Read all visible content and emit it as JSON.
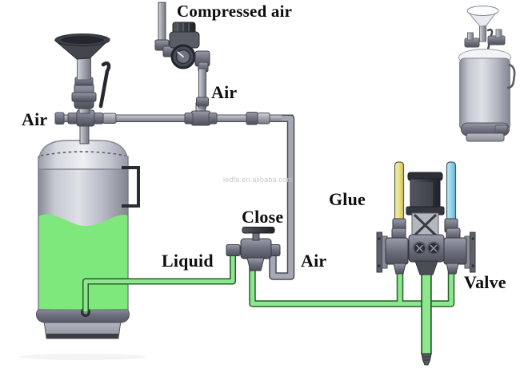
{
  "diagram": {
    "labels": {
      "compressed_air": "Compressed air",
      "air_regulator_line": "Air",
      "air_tank_inlet": "Air",
      "close_valve": "Close",
      "liquid_line": "Liquid",
      "air_close_line": "Air",
      "glue": "Glue",
      "valve": "Valve"
    },
    "watermark": "ledfa.en.alibaba.com",
    "components": {
      "pressure_tank": "pressure tank with funnel and green liquid",
      "regulator": "compressed air pressure regulator with gauge",
      "close_valve": "manual shut-off valve",
      "glue_valve": "glue dispensing valve with nozzle",
      "thumbnail_tank": "small reference pressure tank (top right)"
    },
    "colors": {
      "liquid_green": "#7fe87d",
      "pipe_green": "#8ce88c",
      "pipe_green_outline": "#2a5c2a",
      "pipe_gray": "#a6a8b4",
      "pipe_gray_outline": "#4a4c56",
      "yellow_tube": "#e9e188",
      "blue_tube": "#94d2ea",
      "label_text": "#0d0d0d",
      "watermark_gray": "#c6c7cd"
    }
  }
}
